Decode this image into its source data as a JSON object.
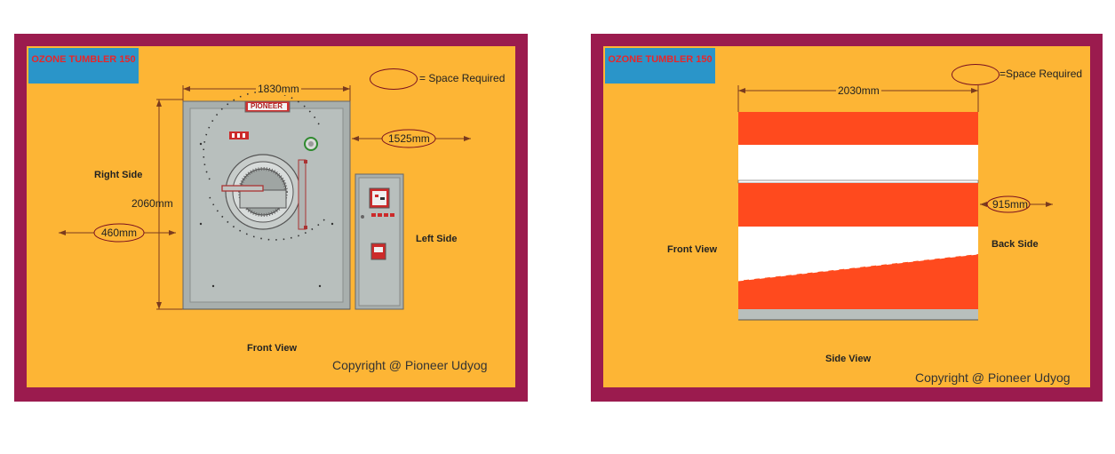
{
  "left_panel": {
    "badge_text": "OZONE TUMBLER 150",
    "legend_text": "= Space Required",
    "width_dim": "1830mm",
    "height_dim": "2060mm",
    "right_clearance": "1525mm",
    "left_clearance": "460mm",
    "right_side_label": "Right Side",
    "left_side_label": "Left Side",
    "view_label": "Front View",
    "brand_plate": "PIONEER",
    "copyright": "Copyright @ Pioneer Udyog"
  },
  "right_panel": {
    "badge_text": "OZONE TUMBLER 150",
    "legend_text": "=Space Required",
    "width_dim": "2030mm",
    "back_clearance": "915mm",
    "front_label": "Front View",
    "back_label": "Back Side",
    "view_label": "Side View",
    "copyright": "Copyright @ Pioneer Udyog"
  },
  "colors": {
    "frame": "#9b1b4e",
    "background": "#fdb535",
    "badge": "#2a95c9",
    "badge_text": "#e8262a",
    "stripe_red": "#ff4a1e",
    "machine_grey": "#b8bfbd"
  }
}
